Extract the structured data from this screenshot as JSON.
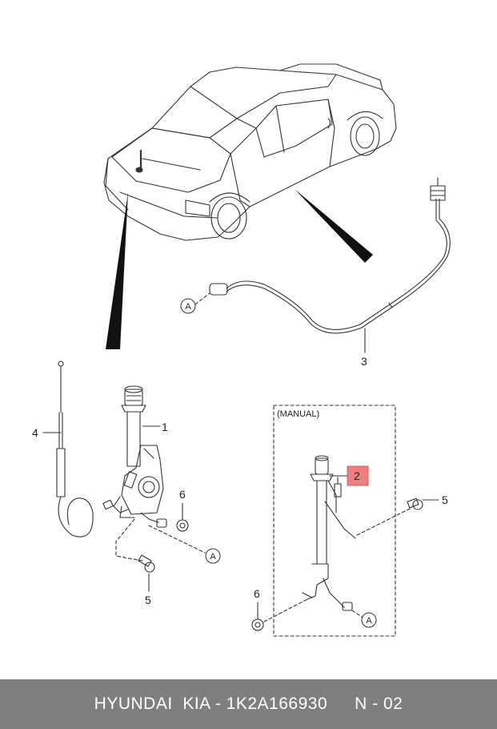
{
  "callouts": {
    "c1": "1",
    "c2": "2",
    "c3": "3",
    "c4": "4",
    "c5a": "5",
    "c5b": "5",
    "c6a": "6",
    "c6b": "6"
  },
  "connectors": {
    "a1": "A",
    "a2": "A",
    "a3": "A"
  },
  "manual_label": "(MANUAL)",
  "highlight_color": "#f08080",
  "footer": {
    "brand": "HYUNDAI  KIA - 1K2A166930",
    "page": "N - 02"
  }
}
